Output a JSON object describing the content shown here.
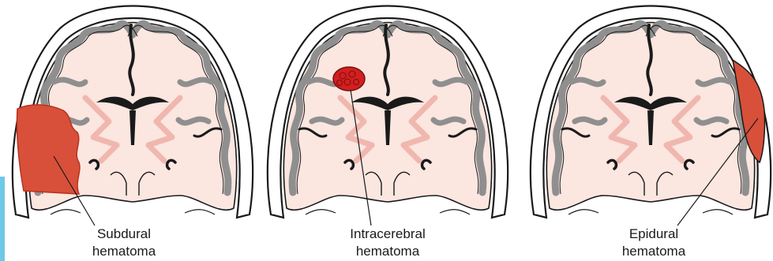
{
  "colors": {
    "skull": "#ffffff",
    "outline": "#1a1a1a",
    "gyri": "#9a9a9a",
    "brain_tissue": "#fbe6e0",
    "white_matter": "#f0b7ae",
    "hematoma": "#d8503a",
    "hematoma_dark": "#b8321e",
    "clot": "#d21f1f",
    "accent_bar": "#6ec8e6"
  },
  "panels": [
    {
      "id": "subdural",
      "icon": "brain-coronal-section",
      "label_line1": "Subdural",
      "label_line2": "hematoma"
    },
    {
      "id": "intracerebral",
      "icon": "brain-coronal-section",
      "label_line1": "Intracerebral",
      "label_line2": "hematoma"
    },
    {
      "id": "epidural",
      "icon": "brain-coronal-section",
      "label_line1": "Epidural",
      "label_line2": "hematoma"
    }
  ]
}
